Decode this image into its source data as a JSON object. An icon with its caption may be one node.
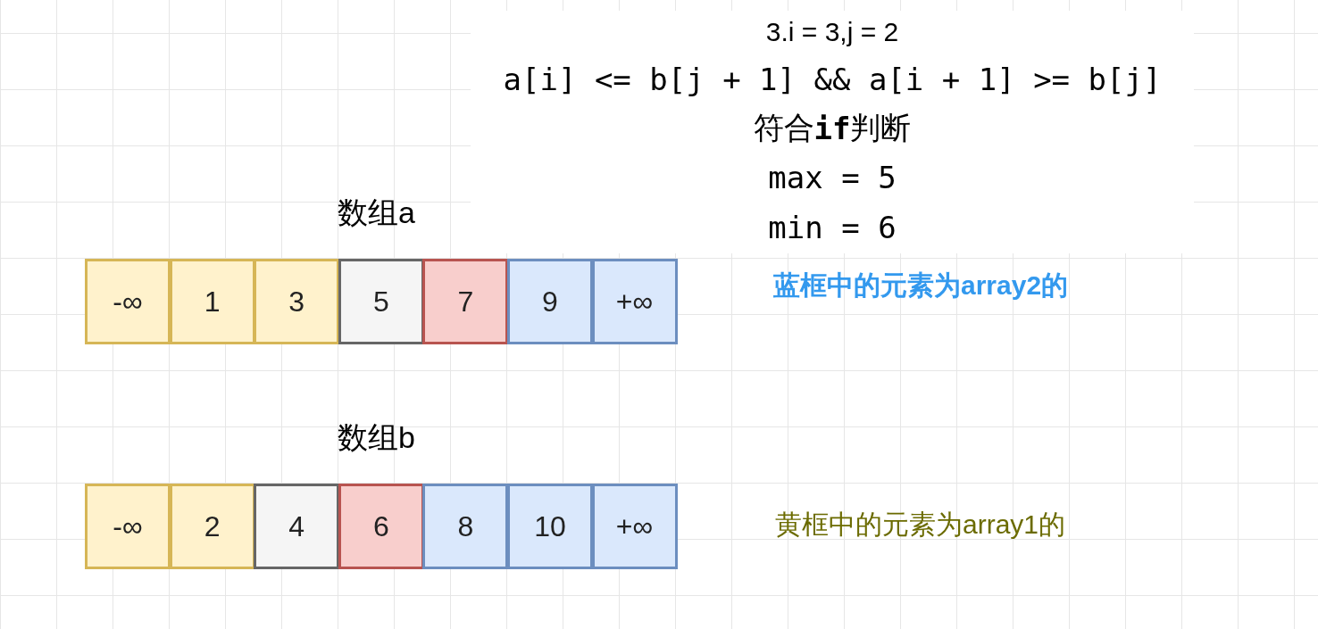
{
  "diagram": {
    "nodes": [
      {
        "text": [
          "3.i = 3,j = 2",
          "a[i] <= b[j + 1] && a[i + 1] >= b[j]",
          "符合**if**判断",
          "max = 5",
          "min = 6"
        ]
      },
      {
        "text": [
          "-∞"
        ]
      },
      {
        "text": [
          "1"
        ]
      },
      {
        "text": [
          "3"
        ]
      },
      {
        "text": [
          "5"
        ]
      },
      {
        "text": [
          "7"
        ]
      },
      {
        "text": [
          "9"
        ]
      },
      {
        "text": [
          "+∞"
        ]
      },
      {
        "text": [
          "-∞"
        ]
      },
      {
        "text": [
          "2"
        ]
      },
      {
        "text": [
          "4"
        ]
      },
      {
        "text": [
          "6"
        ]
      },
      {
        "text": [
          "8"
        ]
      },
      {
        "text": [
          "10"
        ]
      },
      {
        "text": [
          "+∞"
        ]
      }
    ],
    "labels": [
      "数组a",
      "蓝框中的元素为array2的",
      "数组b",
      "黄框中的元素为array1的"
    ]
  }
}
